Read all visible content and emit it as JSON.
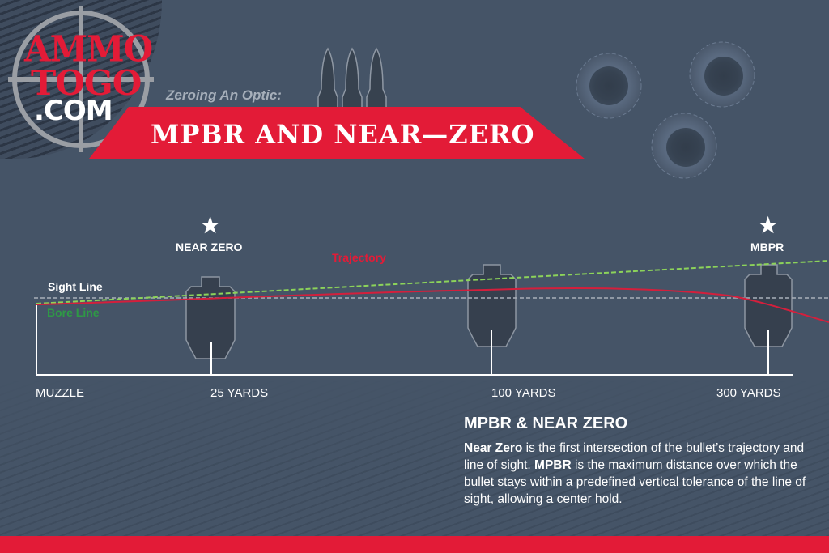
{
  "brand": {
    "logo_line1": "AMMO",
    "logo_line2": "TOGO",
    "logo_line3": ".COM",
    "primary_color": "#e31b37",
    "background_color": "#455467"
  },
  "header": {
    "subtitle": "Zeroing An Optic:",
    "title": "MPBR AND NEAR—ZERO"
  },
  "diagram": {
    "lines": {
      "sight_line_label": "Sight Line",
      "bore_line_label": "Bore Line",
      "trajectory_label": "Trajectory"
    },
    "markers": [
      {
        "label": "NEAR ZERO",
        "icon": "star-icon"
      },
      {
        "label": "MBPR",
        "icon": "star-icon"
      }
    ],
    "axis": [
      {
        "label": "MUZZLE"
      },
      {
        "label": "25 YARDS"
      },
      {
        "label": "100 YARDS"
      },
      {
        "label": "300 YARDS"
      }
    ],
    "colors": {
      "sight_line": "#a9b0ba",
      "bore_line": "#8cd35a",
      "trajectory": "#d41f3c",
      "bore_label": "#2e9a45"
    }
  },
  "info": {
    "title": "MPBR & NEAR ZERO",
    "term1": "Near Zero",
    "text1": " is the first intersection of the bullet’s trajectory and line of sight. ",
    "term2": "MPBR",
    "text2": " is the maximum distance over which the bullet stays within a predefined vertical tolerance of the line of sight, allowing a center hold."
  }
}
